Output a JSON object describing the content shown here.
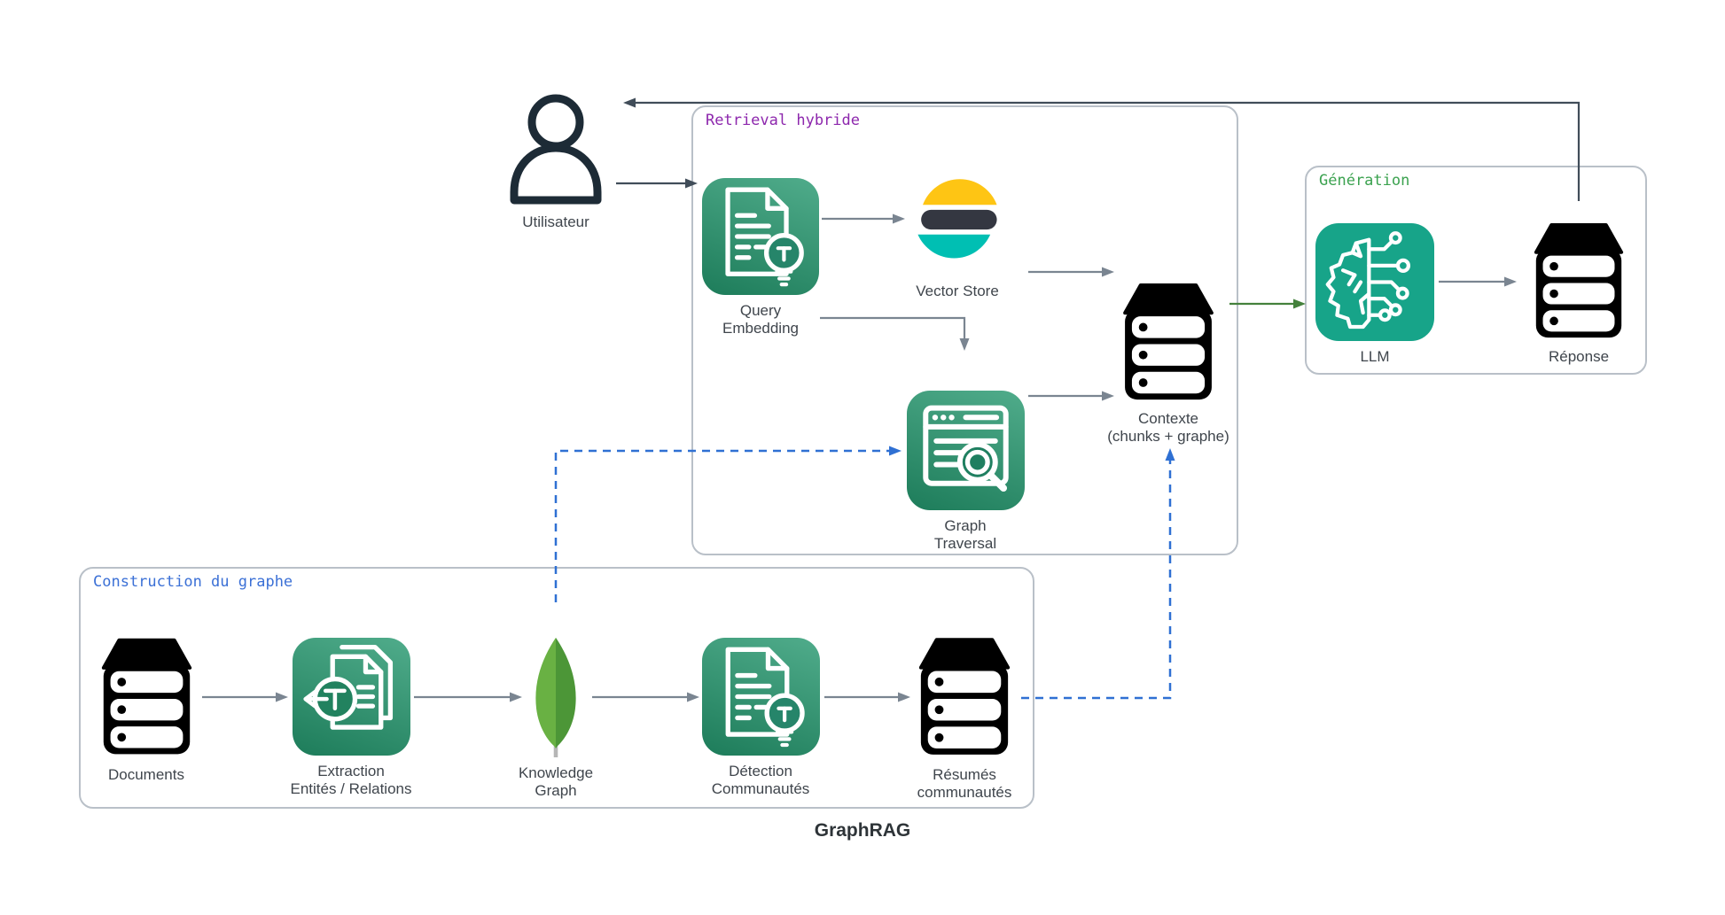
{
  "title": "GraphRAG",
  "containers": {
    "retrieval": {
      "label": "Retrieval hybride",
      "color": "#8d27ad"
    },
    "generation": {
      "label": "Génération",
      "color": "#3ba24f"
    },
    "construction": {
      "label": "Construction du graphe",
      "color": "#3b70d6"
    }
  },
  "nodes": {
    "utilisateur": {
      "label": "Utilisateur",
      "icon": "person-icon"
    },
    "query_embedding": {
      "label": "Query\nEmbedding",
      "icon": "document-bulb-icon"
    },
    "vector_store": {
      "label": "Vector Store",
      "icon": "elasticsearch-icon"
    },
    "graph_traversal": {
      "label": "Graph\nTraversal",
      "icon": "browser-search-icon"
    },
    "contexte": {
      "label": "Contexte\n(chunks + graphe)",
      "icon": "server-stack-icon"
    },
    "llm": {
      "label": "LLM",
      "icon": "brain-circuit-icon"
    },
    "reponse": {
      "label": "Réponse",
      "icon": "server-stack-icon"
    },
    "documents": {
      "label": "Documents",
      "icon": "server-stack-icon"
    },
    "extraction": {
      "label": "Extraction\nEntités / Relations",
      "icon": "documents-extract-icon"
    },
    "knowledge_graph": {
      "label": "Knowledge\nGraph",
      "icon": "mongodb-leaf-icon"
    },
    "detection": {
      "label": "Détection\nCommunautés",
      "icon": "document-bulb-icon"
    },
    "resumes": {
      "label": "Résumés\ncommunautés",
      "icon": "server-stack-icon"
    }
  },
  "edges": [
    {
      "from": "utilisateur",
      "to": "query_embedding",
      "style": "solid-dark"
    },
    {
      "from": "query_embedding",
      "to": "vector_store",
      "style": "solid-gray"
    },
    {
      "from": "query_embedding",
      "to": "graph_traversal",
      "style": "solid-gray"
    },
    {
      "from": "vector_store",
      "to": "contexte",
      "style": "solid-gray"
    },
    {
      "from": "graph_traversal",
      "to": "contexte",
      "style": "solid-gray"
    },
    {
      "from": "contexte",
      "to": "llm",
      "style": "solid-green"
    },
    {
      "from": "llm",
      "to": "reponse",
      "style": "solid-gray"
    },
    {
      "from": "reponse",
      "to": "utilisateur",
      "style": "solid-dark"
    },
    {
      "from": "documents",
      "to": "extraction",
      "style": "solid-gray"
    },
    {
      "from": "extraction",
      "to": "knowledge_graph",
      "style": "solid-gray"
    },
    {
      "from": "knowledge_graph",
      "to": "detection",
      "style": "solid-gray"
    },
    {
      "from": "detection",
      "to": "resumes",
      "style": "solid-gray"
    },
    {
      "from": "knowledge_graph",
      "to": "graph_traversal",
      "style": "dashed-blue"
    },
    {
      "from": "resumes",
      "to": "contexte",
      "style": "dashed-blue"
    }
  ],
  "colors": {
    "arrow_gray": "#7a8591",
    "arrow_dark": "#414d59",
    "arrow_green": "#44813c",
    "arrow_blue_dashed": "#2f70d3",
    "green_icon_light": "#50ac8b",
    "green_icon_dark": "#1d7c5a",
    "llm_teal": "#17a489",
    "elastic_yellow": "#fec514",
    "elastic_dark": "#343741",
    "elastic_teal": "#00bfb3",
    "mongo_light": "#69b143",
    "mongo_dark": "#4c9637",
    "container_border": "#b9c0c8"
  }
}
